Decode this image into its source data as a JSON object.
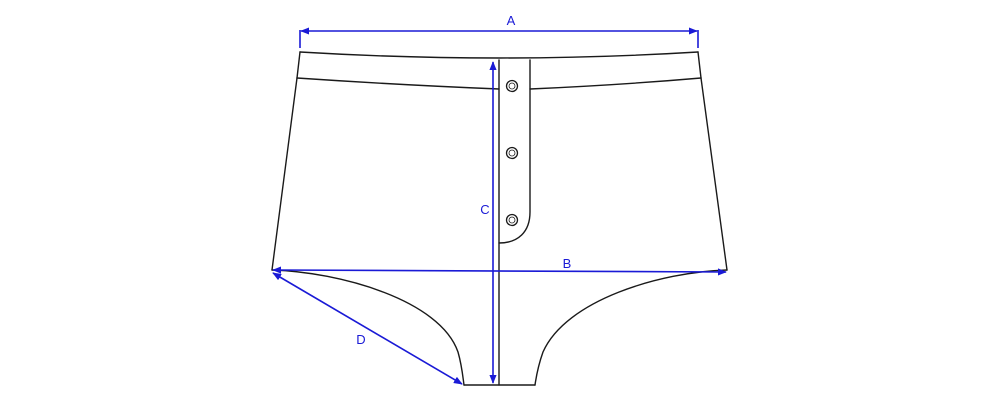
{
  "diagram": {
    "labels": {
      "a": "A",
      "b": "B",
      "c": "C",
      "d": "D"
    },
    "buttons_count": 3,
    "colors": {
      "outline": "#1a1a1a",
      "dimension": "#1a1ad6",
      "background": "#ffffff"
    }
  }
}
